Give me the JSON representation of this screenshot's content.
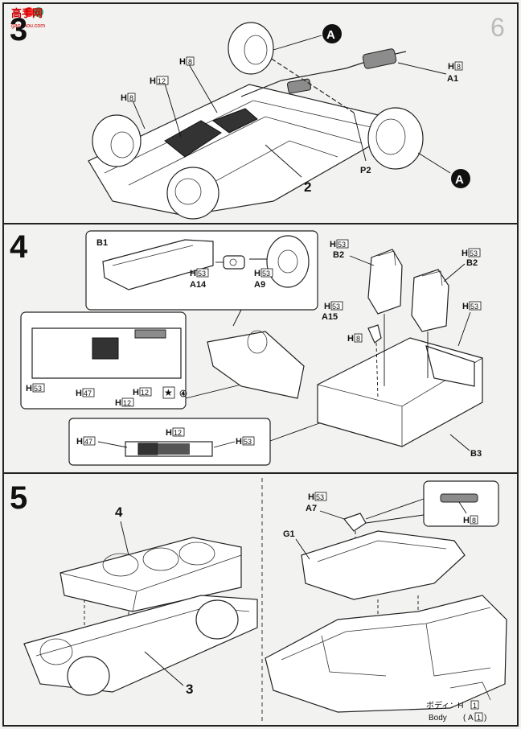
{
  "watermark": {
    "text": "高手网",
    "url": "gaoshou.com"
  },
  "corner_step_mark": "6",
  "steps": [
    {
      "number": "3",
      "labels": {
        "a_marker": "A",
        "a1": "A1",
        "p2": "P2",
        "part2": "2",
        "h8": "H",
        "h8_num": "8",
        "h12": "H",
        "h12_num": "12",
        "h8b": "H",
        "h8b_num": "8",
        "h8c": "H",
        "h8c_num": "8"
      }
    },
    {
      "number": "4",
      "labels": {
        "b1": "B1",
        "a14": "A14",
        "a9": "A9",
        "b2": "B2",
        "a15": "A15",
        "b3": "B3",
        "h53": "H",
        "h53_num": "53",
        "h47": "H",
        "h47_num": "47",
        "h12": "H",
        "h12_num": "12",
        "h8": "H",
        "h8_num": "8",
        "star4": "④"
      }
    },
    {
      "number": "5",
      "labels": {
        "part4": "4",
        "part3": "3",
        "a7": "A7",
        "g1": "G1",
        "h53": "H",
        "h53_num": "53",
        "h8": "H",
        "h8_num": "8",
        "body_jp": "ボディ：H",
        "body_jp_num": "1",
        "body_en": "Body",
        "body_en_num": "A",
        "body_en_sub": "1"
      }
    }
  ],
  "colors": {
    "paper": "#f2f2f0",
    "line": "#222222",
    "dark_part": "#333333"
  }
}
